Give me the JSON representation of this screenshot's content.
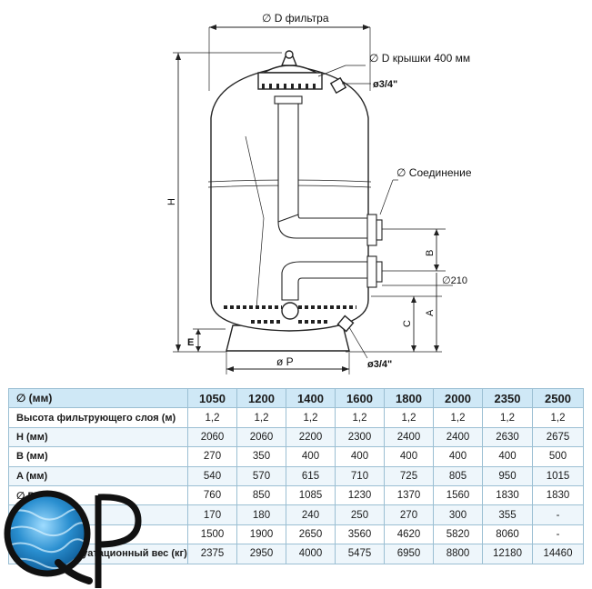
{
  "drawing": {
    "labels": {
      "d_filter": "∅ D фильтра",
      "d_cover": "∅ D крышки 400 мм",
      "port_top": "ø3/4\"",
      "connection": "∅ Соединение",
      "h": "H",
      "b": "B",
      "d210": "∅210",
      "a": "A",
      "c": "C",
      "e": "E",
      "p": "ø P",
      "port_bottom": "ø3/4\""
    }
  },
  "table": {
    "header_label": "∅ (мм)",
    "columns": [
      "1050",
      "1200",
      "1400",
      "1600",
      "1800",
      "2000",
      "2350",
      "2500"
    ],
    "rows": [
      {
        "label": "Высота фильтрующего слоя (м)",
        "values": [
          "1,2",
          "1,2",
          "1,2",
          "1,2",
          "1,2",
          "1,2",
          "1,2",
          "1,2"
        ]
      },
      {
        "label": "H (мм)",
        "values": [
          "2060",
          "2060",
          "2200",
          "2300",
          "2400",
          "2400",
          "2630",
          "2675"
        ]
      },
      {
        "label": "B (мм)",
        "values": [
          "270",
          "350",
          "400",
          "400",
          "400",
          "400",
          "400",
          "500"
        ]
      },
      {
        "label": "A (мм)",
        "values": [
          "540",
          "570",
          "615",
          "710",
          "725",
          "805",
          "950",
          "1015"
        ]
      },
      {
        "label": "∅ P (мм)",
        "values": [
          "760",
          "850",
          "1085",
          "1230",
          "1370",
          "1560",
          "1830",
          "1830"
        ]
      },
      {
        "label": "",
        "values": [
          "170",
          "180",
          "240",
          "250",
          "270",
          "300",
          "355",
          "-"
        ]
      },
      {
        "label": "",
        "values": [
          "1500",
          "1900",
          "2650",
          "3560",
          "4620",
          "5820",
          "8060",
          "-"
        ]
      },
      {
        "label": "Общий эксплуатационный вес (кг)",
        "values": [
          "2375",
          "2950",
          "4000",
          "5475",
          "6950",
          "8800",
          "12180",
          "14460"
        ]
      }
    ]
  },
  "logo": {
    "text": "QP",
    "colors": {
      "water": "#2a8fd0",
      "ink": "#111111"
    }
  }
}
